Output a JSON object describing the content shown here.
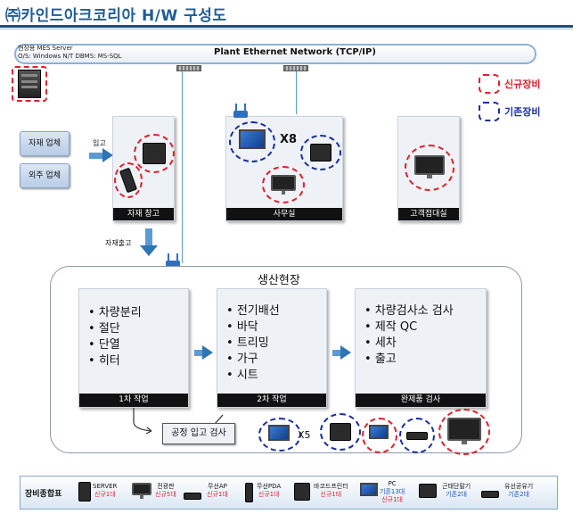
{
  "title": "㈜카인드아크코리아  H/W 구성도",
  "network": {
    "label": "Plant Ethernet Network (TCP/IP)",
    "server_line1": "현장용 MES Server",
    "server_line2": "O/S: Windows N/T   DBMS: MS-SQL"
  },
  "legend": {
    "new": "신규장비",
    "existing": "기존장비",
    "new_color": "#e0202c",
    "existing_color": "#1a2fa0"
  },
  "suppliers": {
    "material": "자재 업체",
    "outsourced": "외주 업체",
    "arrow_label": "입고"
  },
  "rooms": {
    "warehouse": "자재 창고",
    "office": "사무실",
    "office_multiplier": "X8",
    "reception": "고객접대실"
  },
  "release_label": "자재출고",
  "production": {
    "title": "생산현장",
    "stage1": {
      "items": [
        "차량분리",
        "절단",
        "단열",
        "히터"
      ],
      "label": "1차 작업"
    },
    "stage2": {
      "items": [
        "전기배선",
        "바닥",
        "트리밍",
        "가구",
        "시트"
      ],
      "label": "2차 작업"
    },
    "stage3": {
      "items": [
        "차량검사소 검사",
        "제작 QC",
        "세차",
        "출고"
      ],
      "label": "완제품 검사"
    },
    "inspection": "공정 입고 검사",
    "pc_multiplier": "X5"
  },
  "summary": {
    "title": "장비종합표",
    "items": [
      {
        "name": "SERVER",
        "status": "신규1대",
        "kind": "new"
      },
      {
        "name": "전광판",
        "status": "신규5대",
        "kind": "new"
      },
      {
        "name": "무선AP",
        "status": "신규1대",
        "kind": "new"
      },
      {
        "name": "무선PDA",
        "status": "신규1대",
        "kind": "new"
      },
      {
        "name": "바코드프린터",
        "status": "신규1대",
        "kind": "new"
      },
      {
        "name": "PC",
        "status": "기존13대",
        "status2": "신규1대",
        "kind": "mixed"
      },
      {
        "name": "근태단말기",
        "status": "기존2대",
        "kind": "old"
      },
      {
        "name": "유선공유기",
        "status": "기존2대",
        "kind": "old"
      }
    ]
  }
}
